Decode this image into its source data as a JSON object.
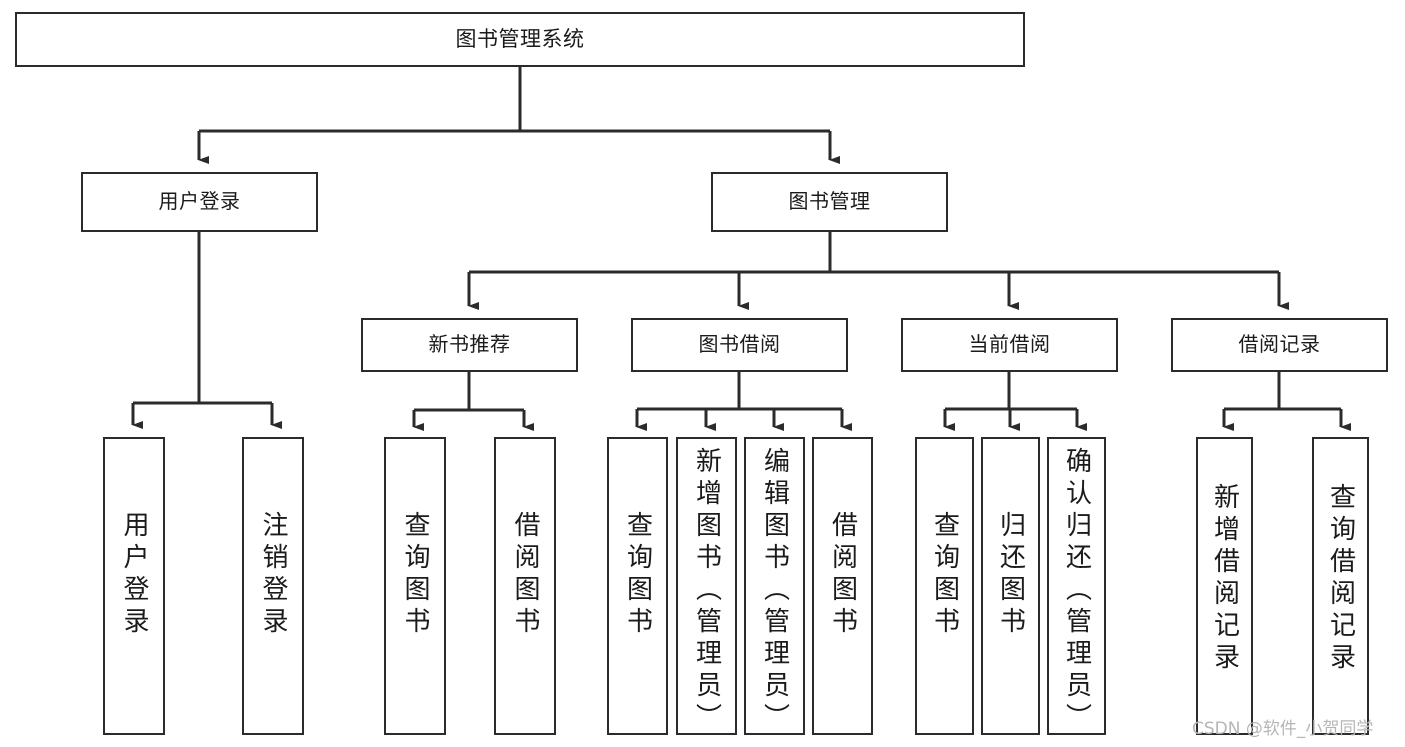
{
  "diagram": {
    "type": "tree",
    "title": "图书管理系统",
    "watermark": "CSDN @软件_小贺同学",
    "colors": {
      "background": "#ffffff",
      "node_border": "#2b2b2b",
      "node_fill": "#ffffff",
      "edge": "#2b2b2b",
      "text": "#1b1b1b",
      "watermark": "#b6b6b6"
    },
    "nodes": {
      "root": {
        "label": "图书管理系统"
      },
      "user_login": {
        "label": "用户登录"
      },
      "book_mgmt": {
        "label": "图书管理"
      },
      "new_book_rec": {
        "label": "新书推荐"
      },
      "book_borrow": {
        "label": "图书借阅"
      },
      "current_borrow": {
        "label": "当前借阅"
      },
      "borrow_record": {
        "label": "借阅记录"
      },
      "leaf_user_login": {
        "label": "用户登录"
      },
      "leaf_logout": {
        "label": "注销登录"
      },
      "leaf_query_book_1": {
        "label": "查询图书"
      },
      "leaf_borrow_book_1": {
        "label": "借阅图书"
      },
      "leaf_query_book_2": {
        "label": "查询图书"
      },
      "leaf_add_book_admin": {
        "label": "新增图书（管理员）"
      },
      "leaf_edit_book_admin": {
        "label": "编辑图书（管理员）"
      },
      "leaf_borrow_book_2": {
        "label": "借阅图书"
      },
      "leaf_query_book_3": {
        "label": "查询图书"
      },
      "leaf_return_book": {
        "label": "归还图书"
      },
      "leaf_confirm_return_admin": {
        "label": "确认归还（管理员）"
      },
      "leaf_add_record": {
        "label": "新增借阅记录"
      },
      "leaf_query_record": {
        "label": "查询借阅记录"
      }
    },
    "edges": [
      {
        "from": "root",
        "to": "user_login"
      },
      {
        "from": "root",
        "to": "book_mgmt"
      },
      {
        "from": "user_login",
        "to": "leaf_user_login"
      },
      {
        "from": "user_login",
        "to": "leaf_logout"
      },
      {
        "from": "book_mgmt",
        "to": "new_book_rec"
      },
      {
        "from": "book_mgmt",
        "to": "book_borrow"
      },
      {
        "from": "book_mgmt",
        "to": "current_borrow"
      },
      {
        "from": "book_mgmt",
        "to": "borrow_record"
      },
      {
        "from": "new_book_rec",
        "to": "leaf_query_book_1"
      },
      {
        "from": "new_book_rec",
        "to": "leaf_borrow_book_1"
      },
      {
        "from": "book_borrow",
        "to": "leaf_query_book_2"
      },
      {
        "from": "book_borrow",
        "to": "leaf_add_book_admin"
      },
      {
        "from": "book_borrow",
        "to": "leaf_edit_book_admin"
      },
      {
        "from": "book_borrow",
        "to": "leaf_borrow_book_2"
      },
      {
        "from": "current_borrow",
        "to": "leaf_query_book_3"
      },
      {
        "from": "current_borrow",
        "to": "leaf_return_book"
      },
      {
        "from": "current_borrow",
        "to": "leaf_confirm_return_admin"
      },
      {
        "from": "borrow_record",
        "to": "leaf_add_record"
      },
      {
        "from": "borrow_record",
        "to": "leaf_query_record"
      }
    ]
  }
}
